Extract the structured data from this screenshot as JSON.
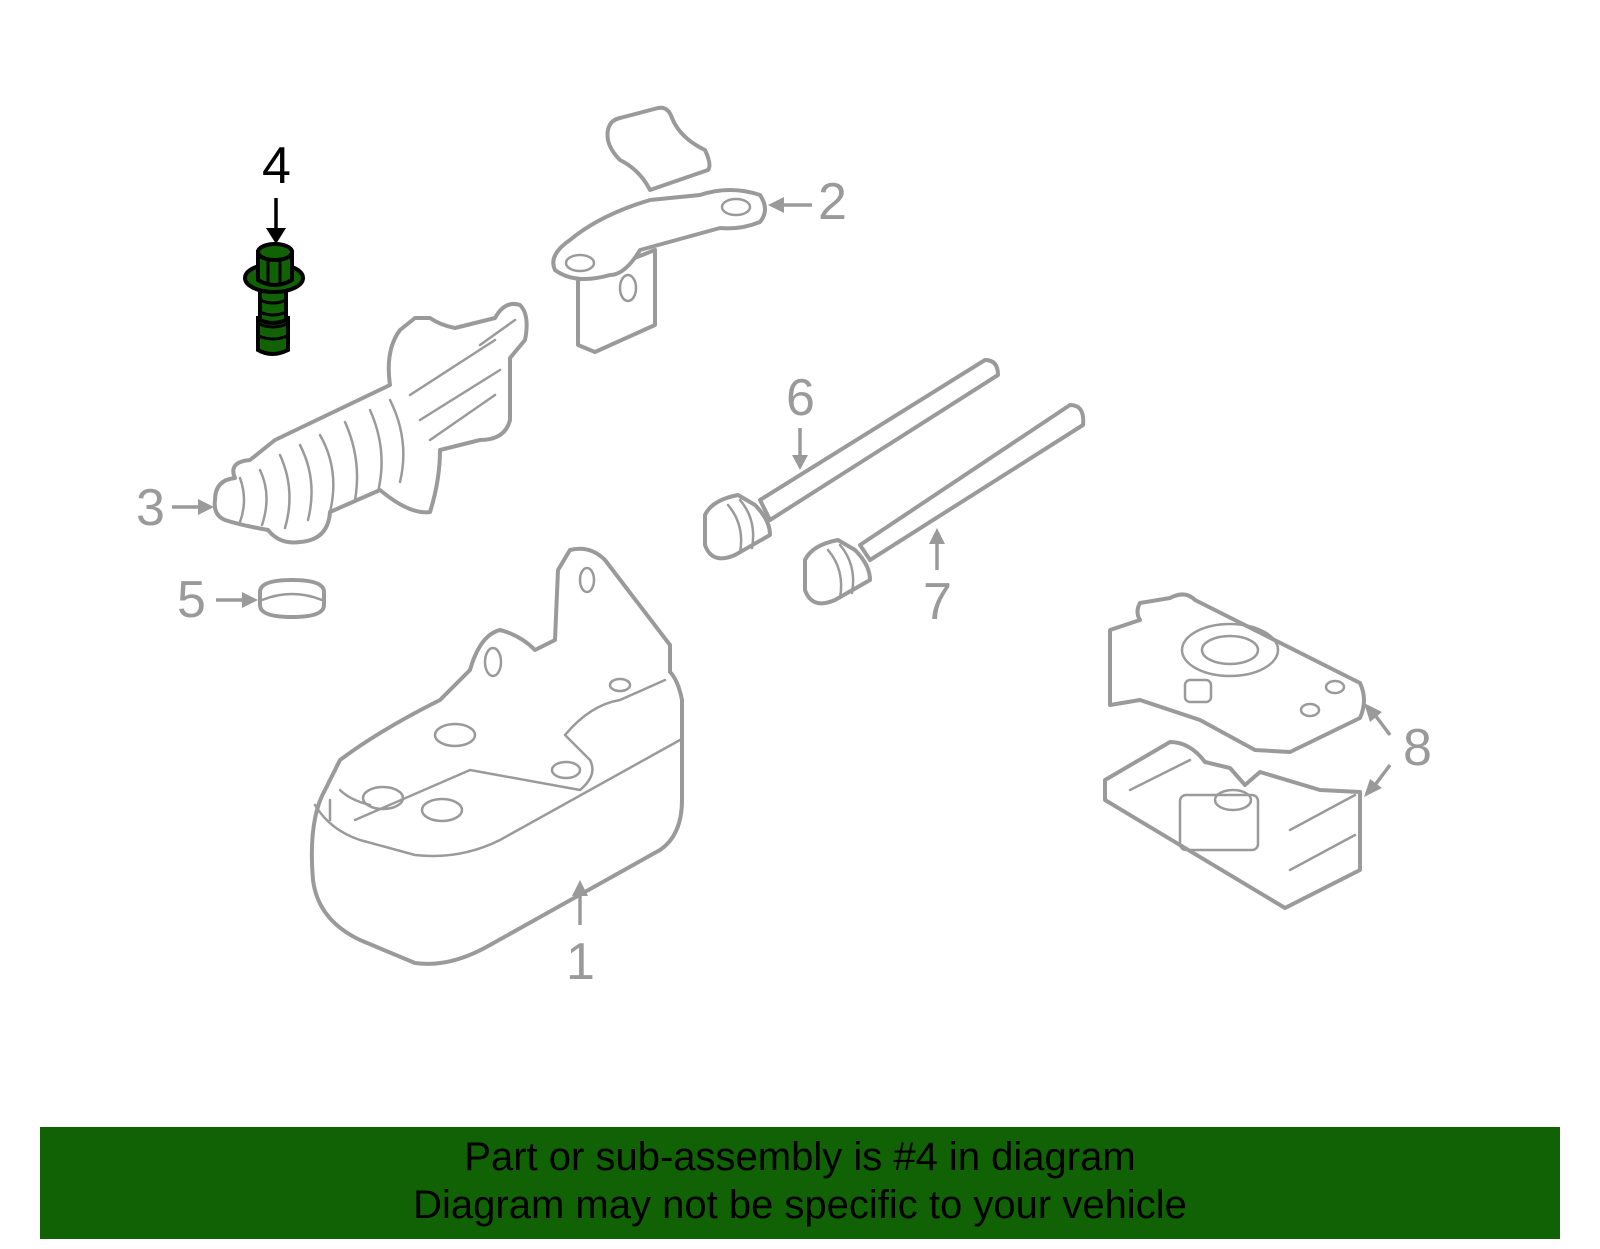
{
  "diagram": {
    "highlighted_part": "4",
    "colors": {
      "highlight_fill": "#116205",
      "highlight_stroke": "#000000",
      "part_stroke": "#9a9a9a",
      "background": "#ffffff"
    },
    "callouts": [
      {
        "id": "1",
        "label": "1"
      },
      {
        "id": "2",
        "label": "2"
      },
      {
        "id": "3",
        "label": "3"
      },
      {
        "id": "4",
        "label": "4"
      },
      {
        "id": "5",
        "label": "5"
      },
      {
        "id": "6",
        "label": "6"
      },
      {
        "id": "7",
        "label": "7"
      },
      {
        "id": "8",
        "label": "8"
      }
    ]
  },
  "banner": {
    "line1": "Part or sub-assembly is #4 in diagram",
    "line2": "Diagram may not be specific to your vehicle",
    "background": "#116205"
  }
}
